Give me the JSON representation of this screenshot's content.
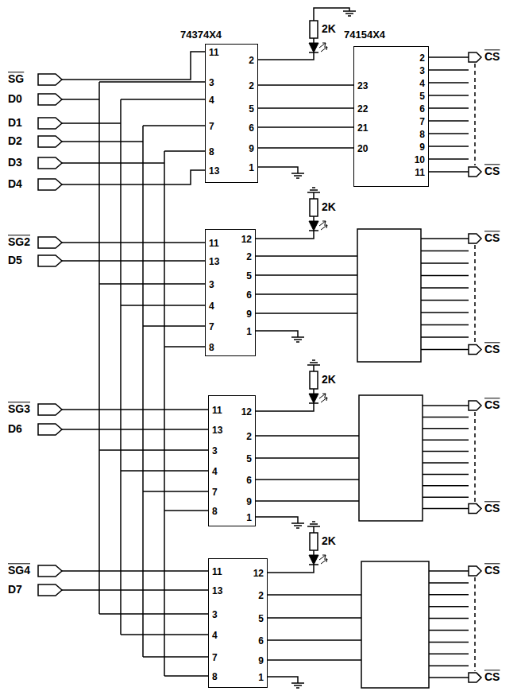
{
  "diagram": {
    "nodes": [
      {
        "text": [
          "74374X4",
          "11",
          "3",
          "4",
          "7",
          "8",
          "13",
          "2",
          "2",
          "5",
          "6",
          "9",
          "1"
        ]
      },
      {
        "text": [
          "74154X4",
          "23",
          "22",
          "21",
          "20",
          "2",
          "3",
          "4",
          "5",
          "6",
          "7",
          "8",
          "9",
          "10",
          "11"
        ]
      },
      {
        "text": [
          "11",
          "13",
          "3",
          "4",
          "7",
          "8",
          "12",
          "2",
          "5",
          "6",
          "9",
          "1"
        ]
      },
      {
        "text": [
          "11",
          "13",
          "3",
          "4",
          "7",
          "8",
          "12",
          "2",
          "5",
          "6",
          "9",
          "1"
        ]
      },
      {
        "text": [
          "11",
          "13",
          "3",
          "4",
          "7",
          "8",
          "12",
          "2",
          "5",
          "6",
          "9",
          "1"
        ]
      }
    ],
    "edges": [
      {
        "from": 0,
        "to": 1,
        "arrow": "none"
      },
      {
        "from": 0,
        "to": 1,
        "arrow": "none"
      },
      {
        "from": 0,
        "to": 1,
        "arrow": "none"
      },
      {
        "from": 0,
        "to": 1,
        "arrow": "none"
      }
    ],
    "labels": [
      "SG",
      "D0",
      "D1",
      "D2",
      "D3",
      "D4",
      "SG2",
      "D5",
      "SG3",
      "D6",
      "SG4",
      "D7",
      "2K",
      "2K",
      "2K",
      "2K",
      "CS",
      "CS",
      "CS",
      "CS",
      "CS",
      "CS",
      "CS",
      "CS"
    ]
  }
}
